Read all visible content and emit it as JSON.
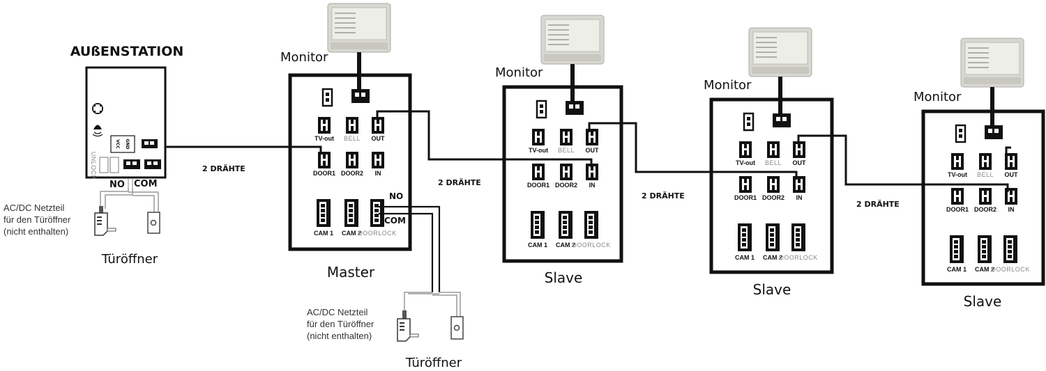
{
  "outdoor_station": {
    "title": "AUßENSTATION",
    "terminal_labels": [
      "VCC",
      "GND",
      "UNLOCK"
    ],
    "no_label": "NO",
    "com_label": "COM",
    "psu_caption": [
      "AC/DC Netzteil",
      "für den Türöffner",
      "(nicht enthalten)"
    ],
    "door_opener_label": "Türöffner"
  },
  "wire_label": "2 DRÄHTE",
  "monitors": [
    {
      "role": "Master",
      "monitor_label": "Monitor",
      "terminals": [
        "TV-out",
        "BELL",
        "OUT",
        "DOOR1",
        "DOOR2",
        "IN",
        "CAM 1",
        "CAM 2",
        "DOORLOCK"
      ],
      "doorlock_wiring": {
        "no_label": "NO",
        "com_label": "COM",
        "psu_caption": [
          "AC/DC Netzteil",
          "für den Türöffner",
          "(nicht enthalten)"
        ],
        "door_opener_label": "Türöffner"
      }
    },
    {
      "role": "Slave",
      "monitor_label": "Monitor",
      "terminals": [
        "TV-out",
        "BELL",
        "OUT",
        "DOOR1",
        "DOOR2",
        "IN",
        "CAM 1",
        "CAM 2",
        "DOORLOCK"
      ]
    },
    {
      "role": "Slave",
      "monitor_label": "Monitor",
      "terminals": [
        "TV-out",
        "BELL",
        "OUT",
        "DOOR1",
        "DOOR2",
        "IN",
        "CAM 1",
        "CAM 2",
        "DOORLOCK"
      ]
    },
    {
      "role": "Slave",
      "monitor_label": "Monitor",
      "terminals": [
        "TV-out",
        "BELL",
        "OUT",
        "DOOR1",
        "DOOR2",
        "IN",
        "CAM 1",
        "CAM 2",
        "DOORLOCK"
      ]
    }
  ],
  "colors": {
    "line": "#111111",
    "grey_wire": "#999999",
    "psu_body": "#dcdcd4",
    "label_grey": "#888888"
  }
}
